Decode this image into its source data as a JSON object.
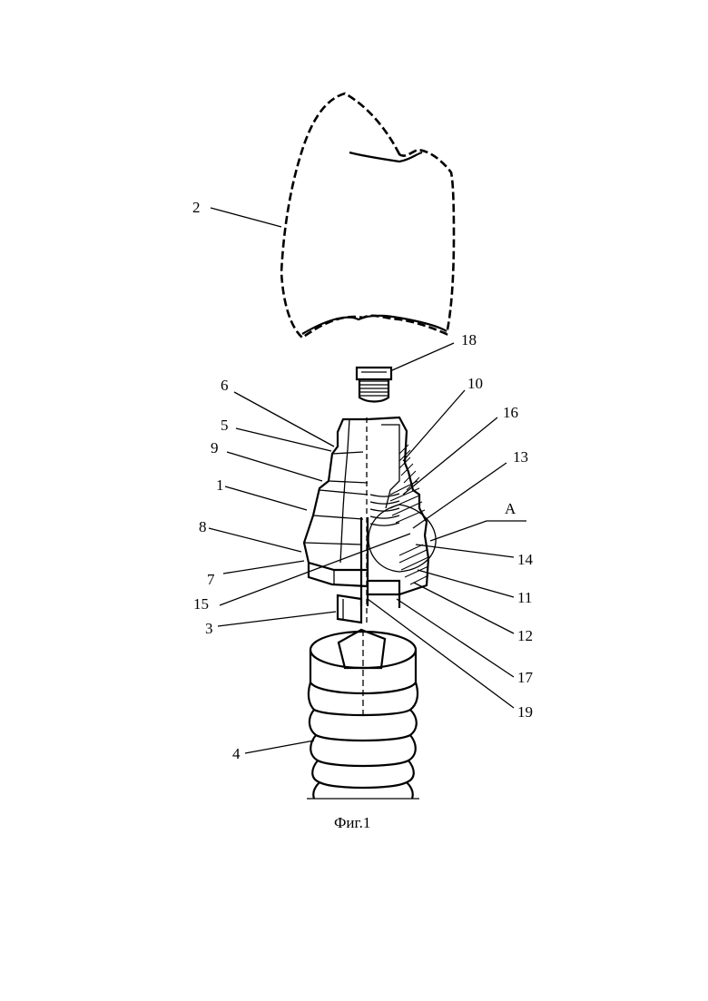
{
  "figure": {
    "caption": "Фиг.1",
    "callouts": [
      {
        "id": "2",
        "text": "2"
      },
      {
        "id": "18",
        "text": "18"
      },
      {
        "id": "6",
        "text": "6"
      },
      {
        "id": "10",
        "text": "10"
      },
      {
        "id": "5",
        "text": "5"
      },
      {
        "id": "16",
        "text": "16"
      },
      {
        "id": "9",
        "text": "9"
      },
      {
        "id": "13",
        "text": "13"
      },
      {
        "id": "1",
        "text": "1"
      },
      {
        "id": "A",
        "text": "A"
      },
      {
        "id": "8",
        "text": "8"
      },
      {
        "id": "14",
        "text": "14"
      },
      {
        "id": "7",
        "text": "7"
      },
      {
        "id": "11",
        "text": "11"
      },
      {
        "id": "15",
        "text": "15"
      },
      {
        "id": "3",
        "text": "3"
      },
      {
        "id": "12",
        "text": "12"
      },
      {
        "id": "17",
        "text": "17"
      },
      {
        "id": "19",
        "text": "19"
      },
      {
        "id": "4",
        "text": "4"
      }
    ]
  }
}
